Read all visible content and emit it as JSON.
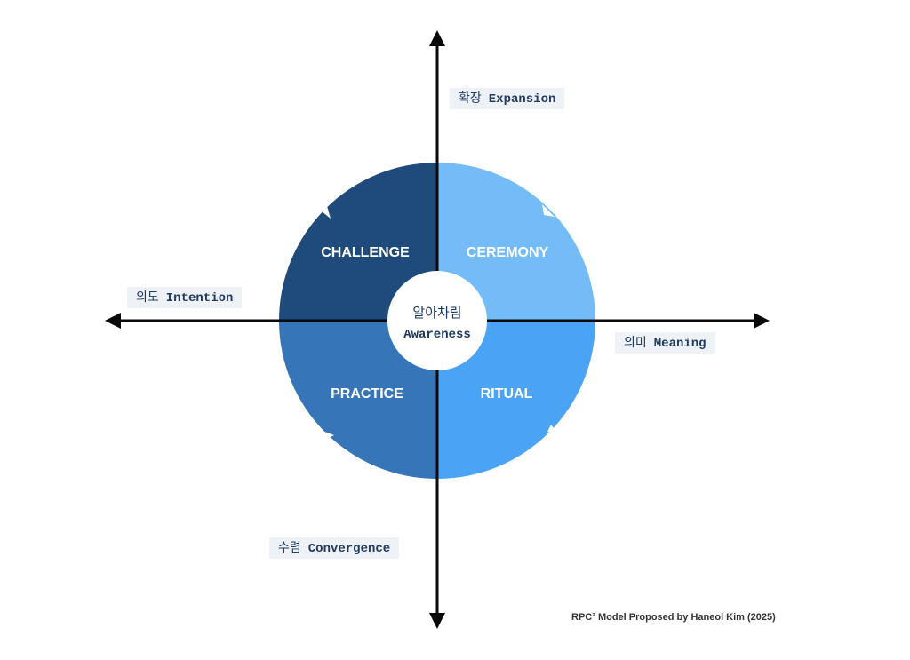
{
  "quadrants": {
    "top_left": {
      "label": "CHALLENGE",
      "color": "#1f4b7c"
    },
    "top_right": {
      "label": "CEREMONY",
      "color": "#74bcf7"
    },
    "bottom_left": {
      "label": "PRACTICE",
      "color": "#3575b8"
    },
    "bottom_right": {
      "label": "RITUAL",
      "color": "#4aa3f5"
    }
  },
  "center": {
    "label_ko": "알아차림",
    "label_en": "Awareness"
  },
  "axes": {
    "up": {
      "ko": "확장",
      "en": "Expansion"
    },
    "left": {
      "ko": "의도",
      "en": "Intention"
    },
    "right": {
      "ko": "의미",
      "en": "Meaning"
    },
    "down": {
      "ko": "수렴",
      "en": "Convergence"
    }
  },
  "credit": "RPC² Model Proposed by Haneol Kim (2025)",
  "colors": {
    "axis": "#0a0a0a",
    "tag_bg": "#eef1f6",
    "text_dark": "#1f3c60"
  }
}
